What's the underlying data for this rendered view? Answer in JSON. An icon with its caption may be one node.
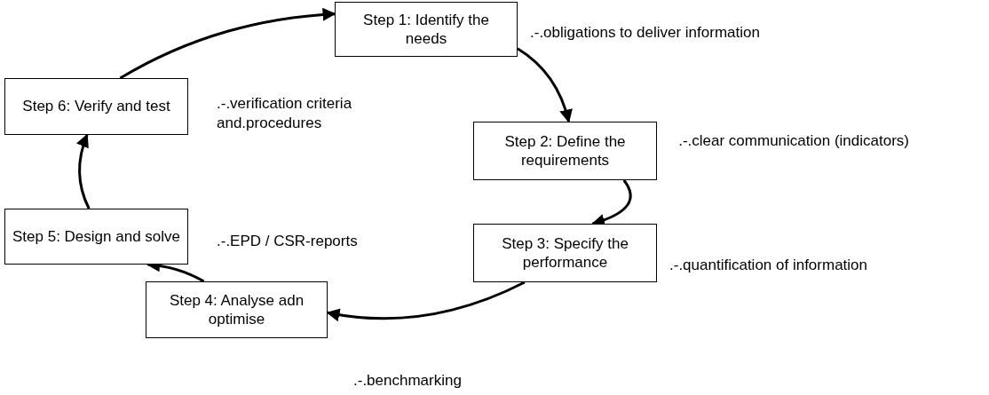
{
  "diagram": {
    "nodes": [
      {
        "text": [
          "Step 1: Identify the needs"
        ],
        "beside": [
          ".-.obligations to deliver information"
        ]
      },
      {
        "text": [
          "Step 2: Define the requirements"
        ],
        "beside": [
          ".-.clear communication (indicators)"
        ]
      },
      {
        "text": [
          "Step 3: Specify the performance"
        ],
        "beside": [
          ".-.quantification of information"
        ]
      },
      {
        "text": [
          "Step 4: Analyse adn optimise"
        ],
        "beside": [
          ".-.benchmarking"
        ]
      },
      {
        "text": [
          "Step 5: Design and solve"
        ],
        "beside": [
          ".-.EPD / CSR-reports"
        ]
      },
      {
        "text": [
          "Step 6: Verify and test"
        ],
        "beside": [
          ".-.verification criteria and.procedures"
        ]
      }
    ],
    "edges": [
      {
        "from": 0,
        "to": 1,
        "arrow": "to"
      },
      {
        "from": 1,
        "to": 2,
        "arrow": "to"
      },
      {
        "from": 2,
        "to": 3,
        "arrow": "to"
      },
      {
        "from": 3,
        "to": 4,
        "arrow": "to"
      },
      {
        "from": 4,
        "to": 5,
        "arrow": "to"
      },
      {
        "from": 5,
        "to": 0,
        "arrow": "to"
      }
    ]
  }
}
